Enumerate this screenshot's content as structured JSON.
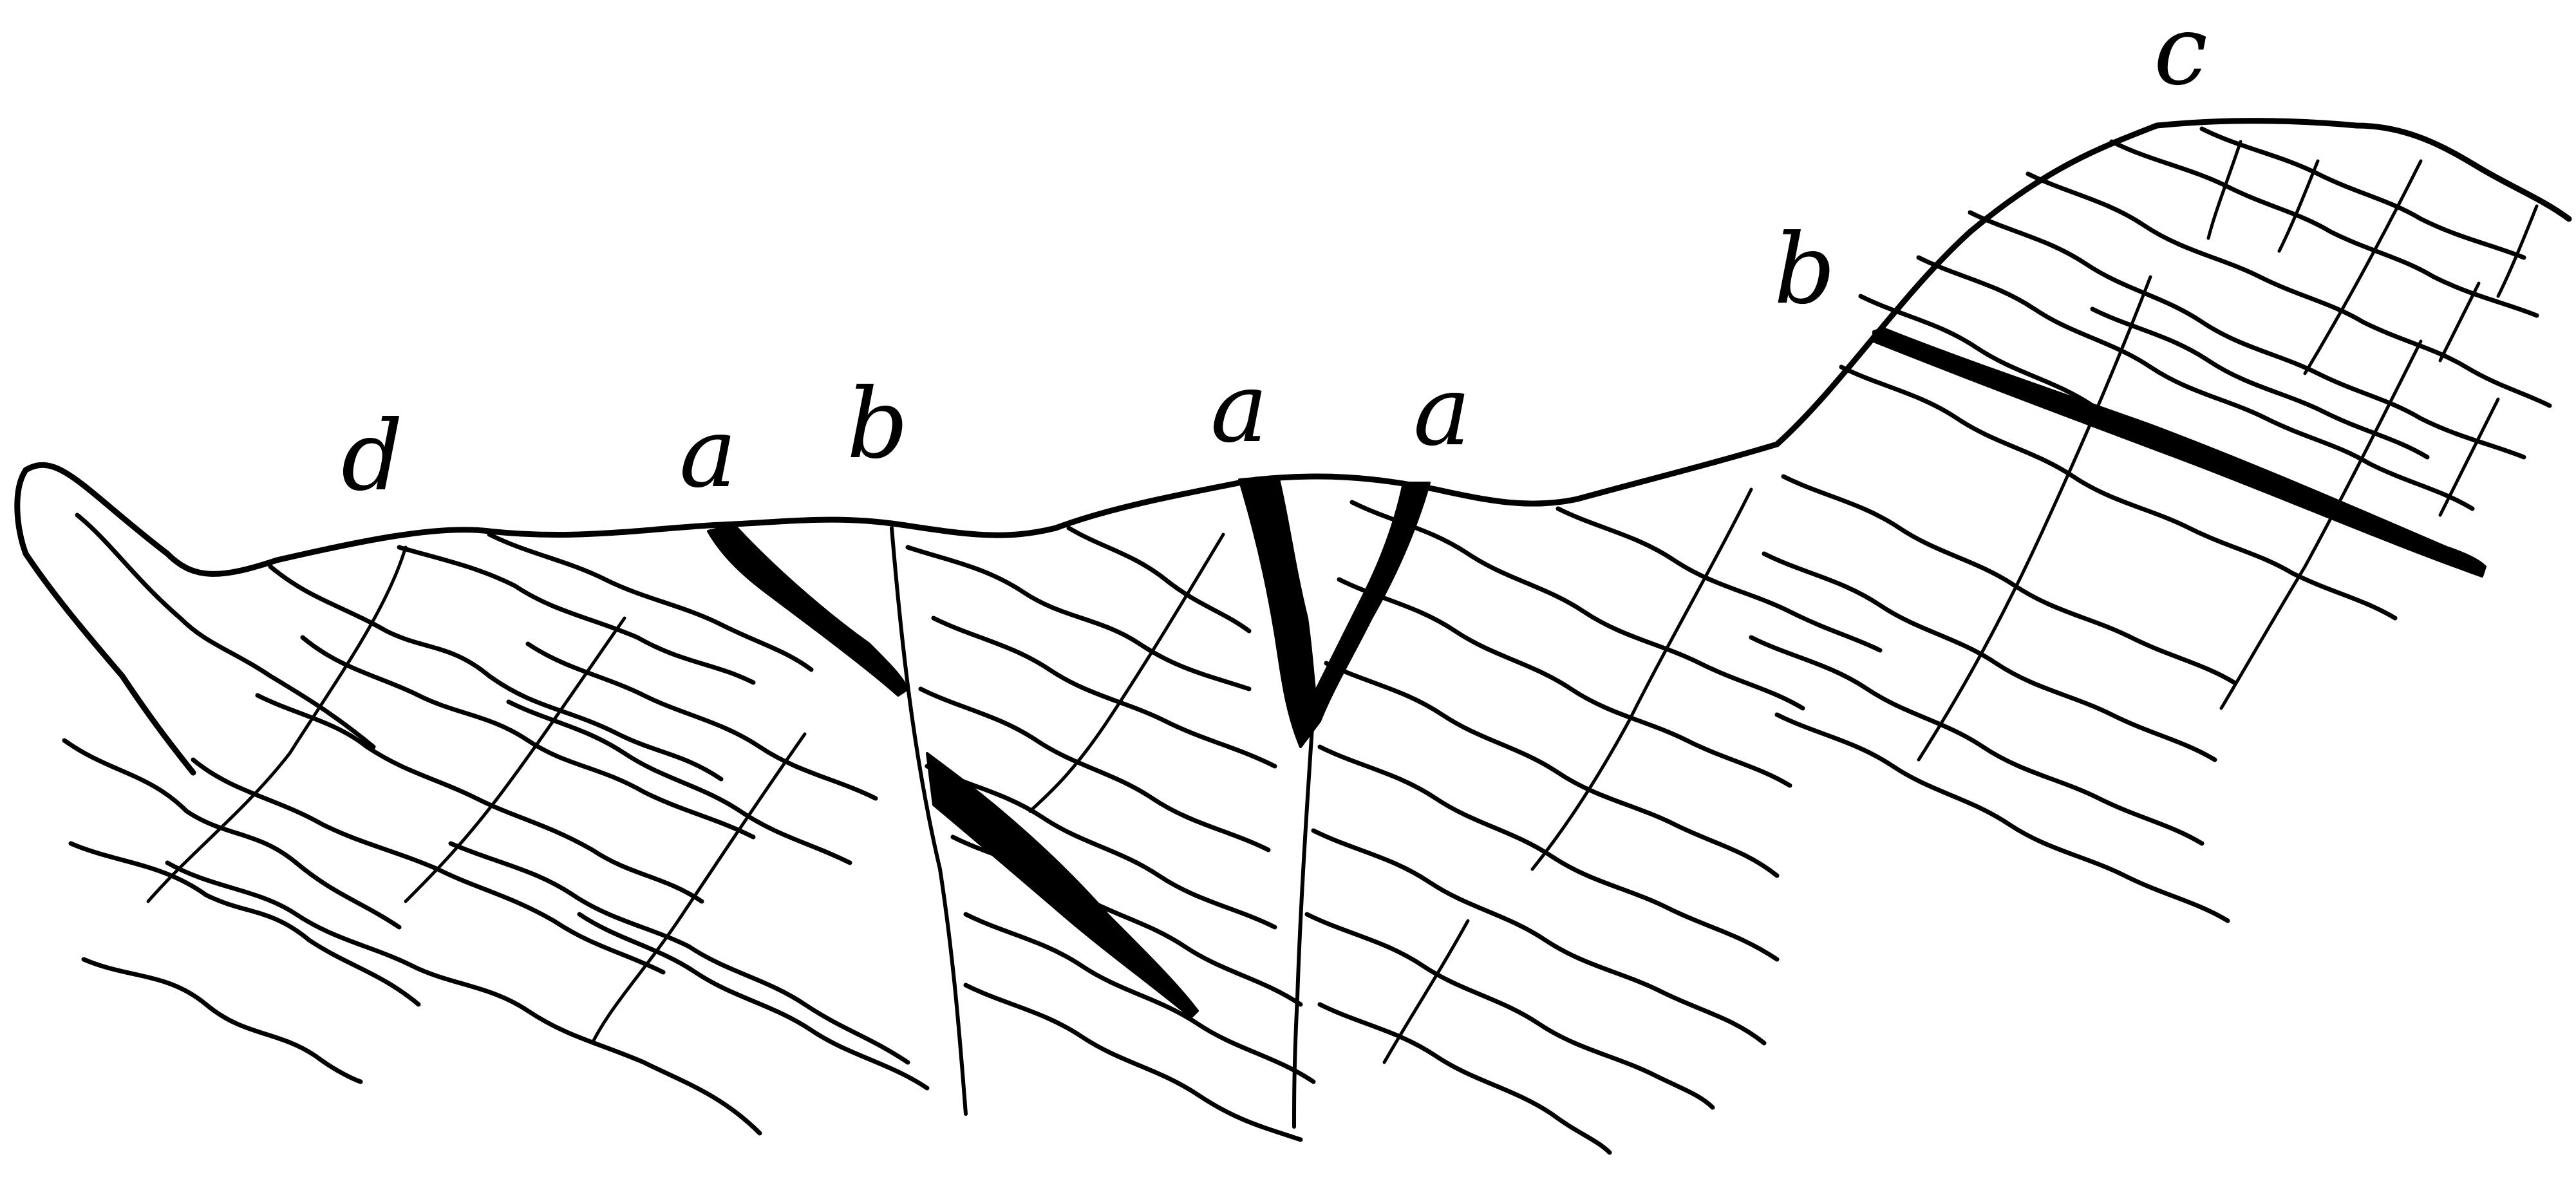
{
  "figure": {
    "labels": [
      {
        "id": "d",
        "text": "d"
      },
      {
        "id": "a1",
        "text": "a"
      },
      {
        "id": "b1",
        "text": "b"
      },
      {
        "id": "a2",
        "text": "a"
      },
      {
        "id": "a3",
        "text": "a"
      },
      {
        "id": "b2",
        "text": "b"
      },
      {
        "id": "c",
        "text": "c"
      }
    ]
  }
}
